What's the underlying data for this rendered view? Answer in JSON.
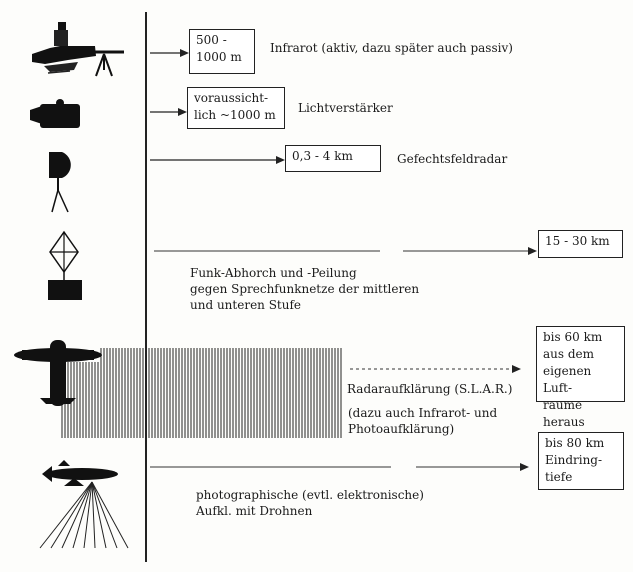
{
  "rows": [
    {
      "icon": "machine-gun-icon",
      "range": [
        "500  -",
        "1000  m"
      ],
      "label": "Infrarot    (aktiv, dazu später auch passiv)"
    },
    {
      "icon": "camera-icon",
      "range": [
        "voraussicht-",
        "lich ~1000   m"
      ],
      "label": "Lichtverstärker"
    },
    {
      "icon": "radar-antenna-icon",
      "range": [
        "0,3  -  4 km"
      ],
      "label": "Gefechtsfeldradar"
    },
    {
      "icon": "radio-direction-finder-icon",
      "range": [
        "15  -  30 km"
      ],
      "label_lines": [
        "Funk-Abhorch und -Peilung",
        "gegen Sprechfunknetze der mittleren",
        "und unteren Stufe"
      ]
    },
    {
      "icon": "reconnaissance-aircraft-icon",
      "range": [
        "bis 60 km",
        "aus dem",
        "eigenen Luft-",
        "raume heraus"
      ],
      "label": "Radaraufklärung (S.L.A.R.)",
      "label_lines": [
        "(dazu auch Infrarot- und",
        "Photoaufklärung)"
      ]
    },
    {
      "icon": "drone-icon",
      "range": [
        "bis 80 km",
        "Eindring-",
        "tiefe"
      ],
      "label_lines": [
        "photographische (evtl. elektronische)",
        "Aufkl. mit Drohnen"
      ]
    }
  ]
}
